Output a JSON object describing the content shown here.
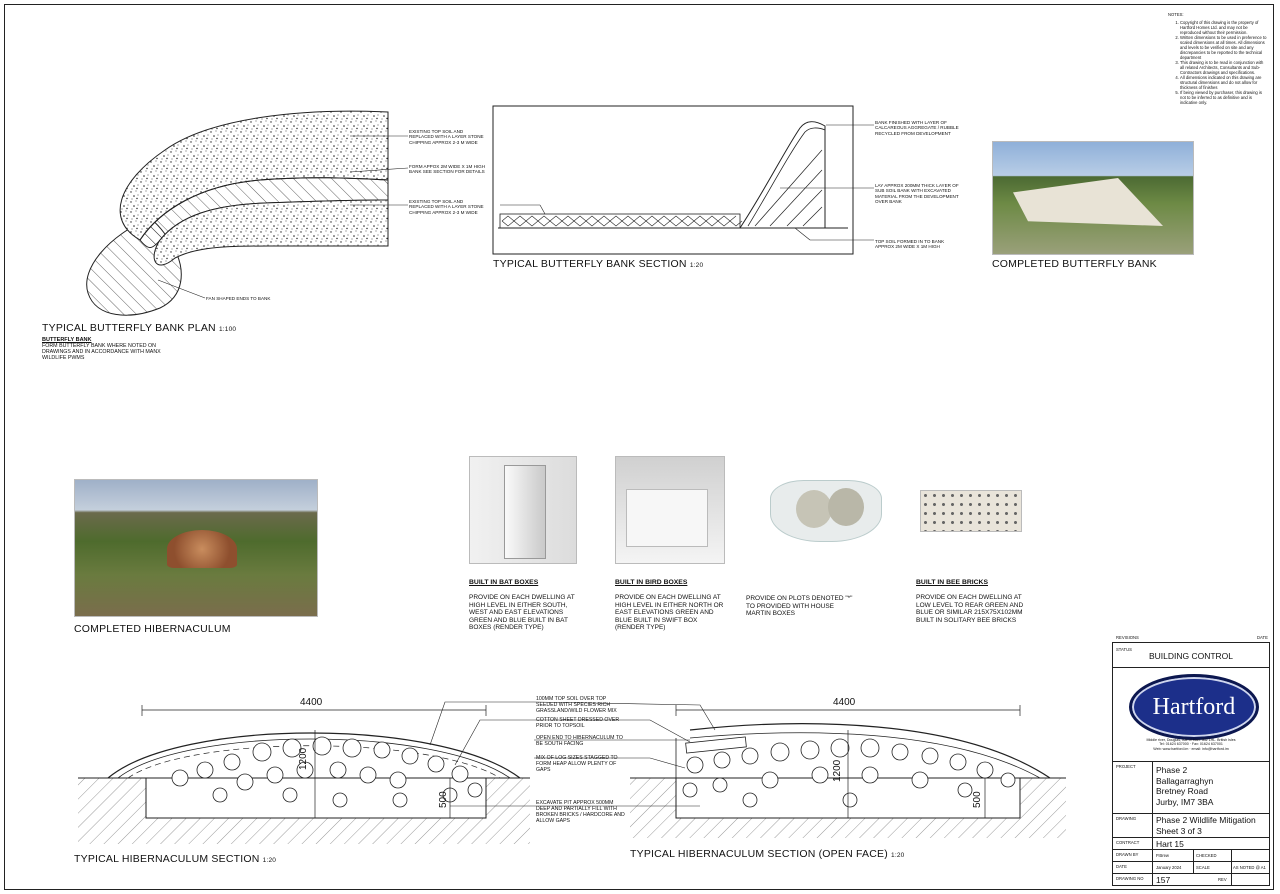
{
  "notes": {
    "heading": "NOTES:",
    "items": [
      "Copyright of this drawing is the property of Hartford Homes Ltd. and may not be reproduced without their permission.",
      "Written dimensions to be used in preference to scaled dimensions at all times. All dimensions and levels to be verified on site and any discrepancies to be reported to the technical department",
      "This drawing is to be read in conjunction with all related Architects, Consultants and Sub-Contractors drawings and specifications.",
      "All dimensions indicated on this drawing are structural dimensions and do not allow for thickness of finishes",
      "If being viewed by purchaser, this drawing is not to be inferred to as definitive and is indicative only."
    ]
  },
  "plan": {
    "title": "TYPICAL BUTTERFLY BANK PLAN",
    "scale": "1:100",
    "heading": "BUTTERFLY BANK",
    "text": "FORM BUTTERFLY BANK WHERE NOTED ON DRAWINGS AND IN ACCORDANCE WITH MANX WILDLIFE PWMS",
    "label_topsoil_1": "EXISTING TOP SOIL AND REPLACED WITH A LAYER STONE CHIPPING APPROX 2-3 M WIDE",
    "label_form": "FORM APPOX 2m WIDE x 1m HIGH BANK SEE SECTION FOR DETAILS",
    "label_topsoil_2": "EXISTING TOP SOIL AND REPLACED WITH A LAYER STONE CHIPPING APPROX 2-3 M WIDE",
    "label_fan": "FAN SHAPED ENDS TO BANK"
  },
  "bank_section": {
    "title": "TYPICAL BUTTERFLY BANK SECTION",
    "scale": "1:20",
    "label_finish": "BANK FINISHED WITH LAYER OF CALCAREOUS AGGREGATE / RUBBLE RECYCLED FROM DEVELOPMENT",
    "label_layer": "LAY APPROX 200mm THICK LAYER OF SUB SOIL BANK WITH EXCAVATED MATERIAL FROM THE DEVELOPMENT OVER BANK",
    "label_topsoil": "TOP SOIL FORMED IN TO BANK APPROX 2m WIDE x 1m HIGH"
  },
  "photos": {
    "butterfly_caption": "COMPLETED BUTTERFLY BANK",
    "hibernaculum_caption": "COMPLETED HIBERNACULUM"
  },
  "products": [
    {
      "heading": "BUILT IN BAT BOXES",
      "text": "PROVIDE ON EACH DWELLING AT HIGH LEVEL IN EITHER SOUTH, WEST AND EAST ELEVATIONS GREEN AND BLUE BUILT IN BAT BOXES (RENDER TYPE)"
    },
    {
      "heading": "BUILT IN BIRD BOXES",
      "text": "PROVIDE ON EACH DWELLING AT HIGH LEVEL IN EITHER NORTH OR EAST ELEVATIONS GREEN AND BLUE BUILT IN SWIFT BOX (RENDER TYPE)"
    },
    {
      "heading": "",
      "text": "PROVIDE ON PLOTS DENOTED \"*\" TO PROVIDED WITH HOUSE MARTIN BOXES"
    },
    {
      "heading": "BUILT IN BEE BRICKS",
      "text": "PROVIDE ON EACH DWELLING AT LOW LEVEL TO REAR GREEN AND BLUE OR SIMILAR 215x75x102MM BUILT IN SOLITARY BEE BRICKS"
    }
  ],
  "hib_section": {
    "title": "TYPICAL HIBERNACULUM SECTION",
    "scale": "1:20",
    "dim_width": "4400",
    "dim_height": "1200",
    "dim_depth": "500"
  },
  "hib_open": {
    "title": "TYPICAL HIBERNACULUM SECTION (OPEN FACE)",
    "scale": "1:20",
    "dim_width": "4400",
    "dim_height": "1200",
    "dim_depth": "500"
  },
  "hib_labels": {
    "topsoil": "100mm TOP SOIL OVER TOP SEEDED WITH SPECIES RICH GRASSLAND/WILD FLOWER MIX",
    "cotton": "COTTON SHEET DRESSED OVER PRIOR TO TOPSOIL",
    "open_end": "OPEN END TO HIBERNACULUM TO BE SOUTH FACING",
    "logs": "MIX OF LOG SIZES STAGGED TO FORM HEAP ALLOW PLENTY OF GAPS",
    "pit": "EXCAVATE PIT APPROX 500mm DEEP AND PARTIALLY FILL WITH BROKEN BRICKS / HARDCORE AND ALLOW GAPS"
  },
  "title_block": {
    "revisions": "REVISIONS",
    "date_label": "DATE",
    "status_label": "STATUS",
    "status": "BUILDING CONTROL",
    "logo": "Hartford",
    "address": "Middle river, Douglas, Isle of Man. IM2 1HL. British Isles",
    "tel": "Tel: 01624 637000 · Fax: 01624 637001",
    "web": "Web: www.hartford.im · email: info@hartford.im",
    "project_label": "PROJECT",
    "project": [
      "Phase 2",
      "Ballagarraghyn",
      "Bretney Road",
      "Jurby, IM7 3BA"
    ],
    "drawing_label": "DRAWING",
    "drawing": [
      "Phase 2 Wildlife Mitigation",
      "Sheet 3 of 3"
    ],
    "contract_label": "CONTRACT",
    "contract": "Hart 15",
    "drawn_label": "DRAWN BY",
    "drawn": "P.Brew",
    "checked_label": "CHECKED",
    "date_row_label": "DATE",
    "date": "January 2024",
    "scale_label": "SCALE",
    "scale": "AS NOTED @ A1",
    "number_label": "DRAWING No",
    "number": "157",
    "rev_label": "REV"
  }
}
